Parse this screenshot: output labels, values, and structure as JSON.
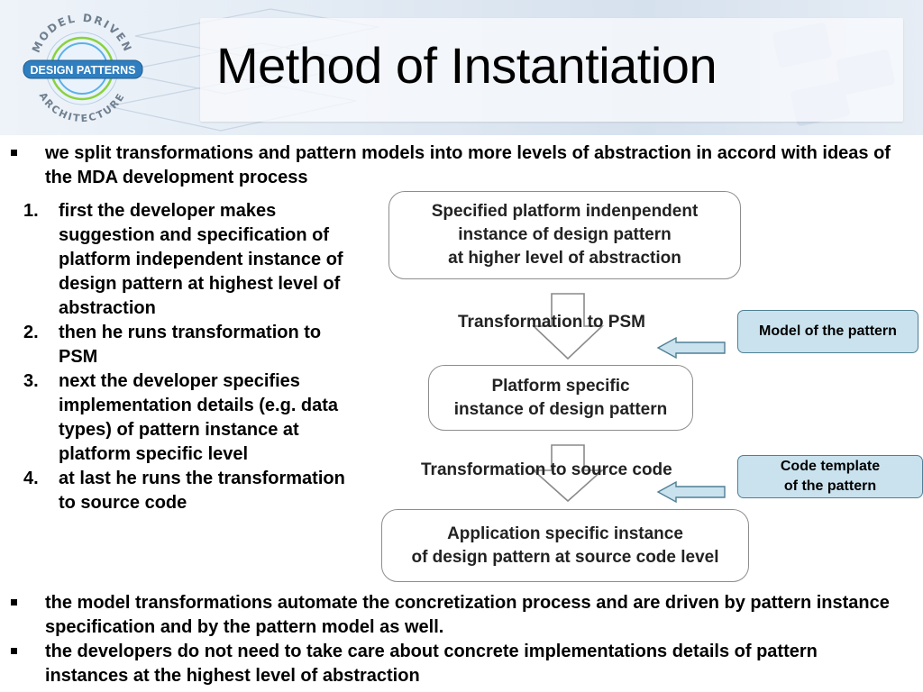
{
  "slide": {
    "title": "Method of Instantiation",
    "logo": {
      "ring_text_top": "MODEL DRIVEN",
      "ring_text_bottom": "ARCHITECTURE",
      "banner_text": "DESIGN PATTERNS"
    },
    "intro_bullet": "we split transformations and pattern models into more levels of abstraction in accord with ideas of the MDA development process",
    "steps": [
      {
        "num": "1.",
        "text": "first the developer makes suggestion and specification of platform independent instance of design pattern at highest level of abstraction"
      },
      {
        "num": "2.",
        "text": "then he runs transformation to PSM"
      },
      {
        "num": "3.",
        "text": "next the developer specifies implementation details (e.g. data types) of pattern instance at platform specific level"
      },
      {
        "num": "4.",
        "text": "at last he runs the transformation to source code"
      }
    ],
    "diagram": {
      "box1": [
        "Specified platform indenpendent",
        "instance of design pattern",
        "at higher level of abstraction"
      ],
      "transform1": "Transformation to PSM",
      "box2": [
        "Platform specific",
        "instance of design pattern"
      ],
      "transform2": "Transformation to source code",
      "box3": [
        "Application specific instance",
        "of design pattern at source code level"
      ],
      "side1": [
        "Model of the pattern"
      ],
      "side2": [
        "Code template",
        "of the pattern"
      ]
    },
    "bottom_bullets": [
      "the model transformations automate the concretization process and are driven by pattern instance specification and by the pattern model as well.",
      "the developers do not need to take care about concrete implementations details of pattern instances at the highest level of abstraction"
    ],
    "colors": {
      "side_box_fill": "#c9e2ee",
      "side_box_border": "#4f7f95",
      "arrow_fill": "#c9e2ee",
      "logo_blue": "#2f7fc0",
      "logo_green": "#8bd13e"
    }
  }
}
